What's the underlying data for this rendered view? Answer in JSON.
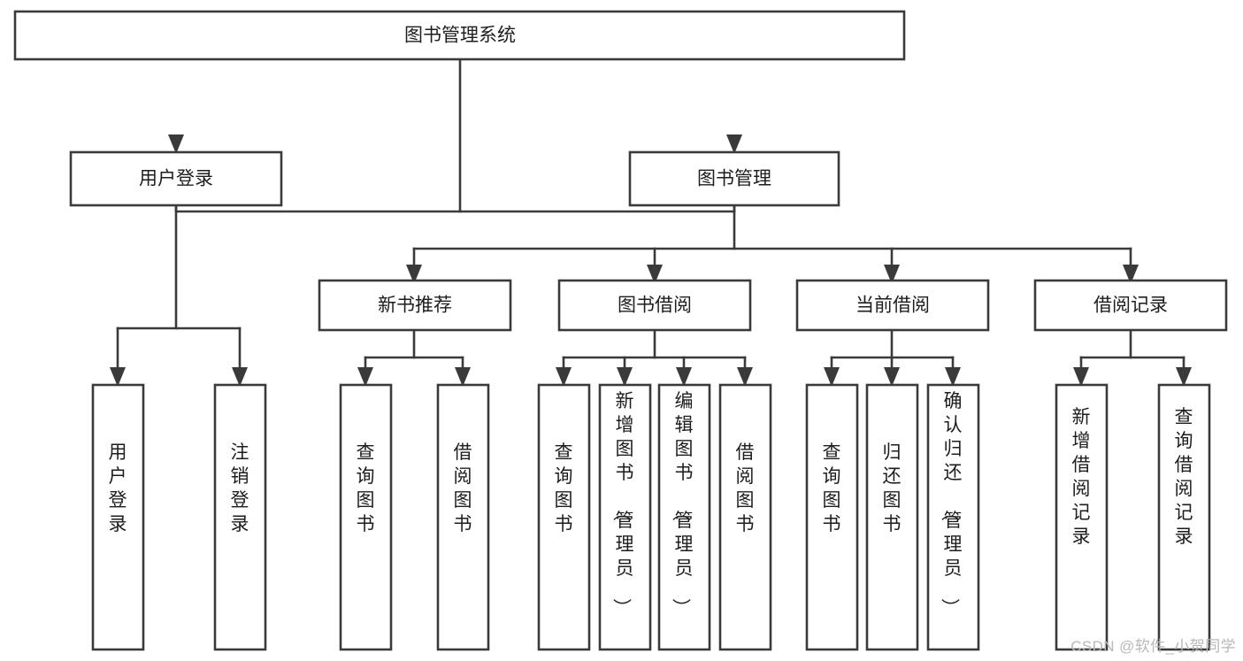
{
  "diagram": {
    "type": "tree-hierarchy",
    "title": "图书管理系统",
    "watermark": "CSDN @软件_小贺同学",
    "colors": {
      "stroke": "#3a3a3a",
      "box_fill": "#ffffff",
      "text": "#1d1d1d",
      "background": "#ffffff",
      "watermark": "#b8b8b8"
    },
    "levels": {
      "root": {
        "label": "图书管理系统"
      },
      "level2": [
        {
          "label": "用户登录"
        },
        {
          "label": "图书管理"
        }
      ],
      "level3": [
        {
          "label": "新书推荐"
        },
        {
          "label": "图书借阅"
        },
        {
          "label": "当前借阅"
        },
        {
          "label": "借阅记录"
        }
      ],
      "leaves": {
        "user_login": [
          {
            "label": "用户登录"
          },
          {
            "label": "注销登录"
          }
        ],
        "new_book_recommend": [
          {
            "label": "查询图书"
          },
          {
            "label": "借阅图书"
          }
        ],
        "book_borrow": [
          {
            "label": "查询图书"
          },
          {
            "label": "新增图书（管理员）"
          },
          {
            "label": "编辑图书（管理员）"
          },
          {
            "label": "借阅图书"
          }
        ],
        "current_borrow": [
          {
            "label": "查询图书"
          },
          {
            "label": "归还图书"
          },
          {
            "label": "确认归还（管理员）"
          }
        ],
        "borrow_record": [
          {
            "label": "新增借阅记录"
          },
          {
            "label": "查询借阅记录"
          }
        ]
      }
    }
  }
}
